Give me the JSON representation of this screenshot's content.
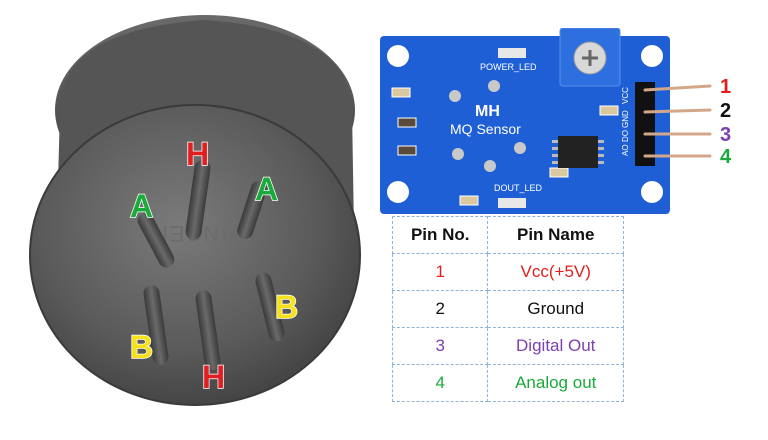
{
  "sensor": {
    "pin_labels": [
      {
        "letter": "H",
        "color": "#e02020"
      },
      {
        "letter": "A",
        "color": "#1aaa3a"
      },
      {
        "letter": "A",
        "color": "#1aaa3a"
      },
      {
        "letter": "B",
        "color": "#f5e21b"
      },
      {
        "letter": "B",
        "color": "#f5e21b"
      },
      {
        "letter": "H",
        "color": "#e02020"
      }
    ],
    "embossed_text": "WINSEN"
  },
  "board": {
    "brand": "MH",
    "model": "MQ Sensor",
    "power_led_label": "POWER_LED",
    "dout_led_label": "DOUT_LED",
    "header_pins": [
      "VCC",
      "GND",
      "DO",
      "AO"
    ],
    "wire_numbers": [
      {
        "num": "1",
        "color": "#e02020"
      },
      {
        "num": "2",
        "color": "#111111"
      },
      {
        "num": "3",
        "color": "#7b3fb0"
      },
      {
        "num": "4",
        "color": "#1aaa3a"
      }
    ],
    "board_color": "#1f5fd6"
  },
  "table": {
    "headers": [
      "Pin No.",
      "Pin Name"
    ],
    "rows": [
      {
        "no": "1",
        "name": "Vcc(+5V)",
        "color": "#e02020"
      },
      {
        "no": "2",
        "name": "Ground",
        "color": "#111111"
      },
      {
        "no": "3",
        "name": "Digital Out",
        "color": "#7b3fb0"
      },
      {
        "no": "4",
        "name": "Analog out",
        "color": "#1aaa3a"
      }
    ]
  }
}
